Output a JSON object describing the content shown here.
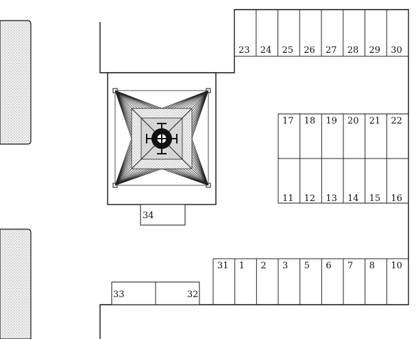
{
  "map": {
    "stalls": {
      "top_row": [
        "23",
        "24",
        "25",
        "26",
        "27",
        "28",
        "29",
        "30"
      ],
      "middle_upper_row": [
        "17",
        "18",
        "19",
        "20",
        "21",
        "22"
      ],
      "middle_lower_row": [
        "11",
        "12",
        "13",
        "14",
        "15",
        "16"
      ],
      "bottom_row": [
        "31",
        "1",
        "2",
        "3",
        "5",
        "6",
        "7",
        "8",
        "10"
      ],
      "bottom_left": [
        "33",
        "32"
      ],
      "below_tower": "34"
    },
    "colors": {
      "line": "#111111",
      "hatch_fill": "#d9d9d9",
      "tower_fill": "#ececec",
      "background": "#ffffff"
    },
    "icons": [
      "tower-icon"
    ]
  }
}
